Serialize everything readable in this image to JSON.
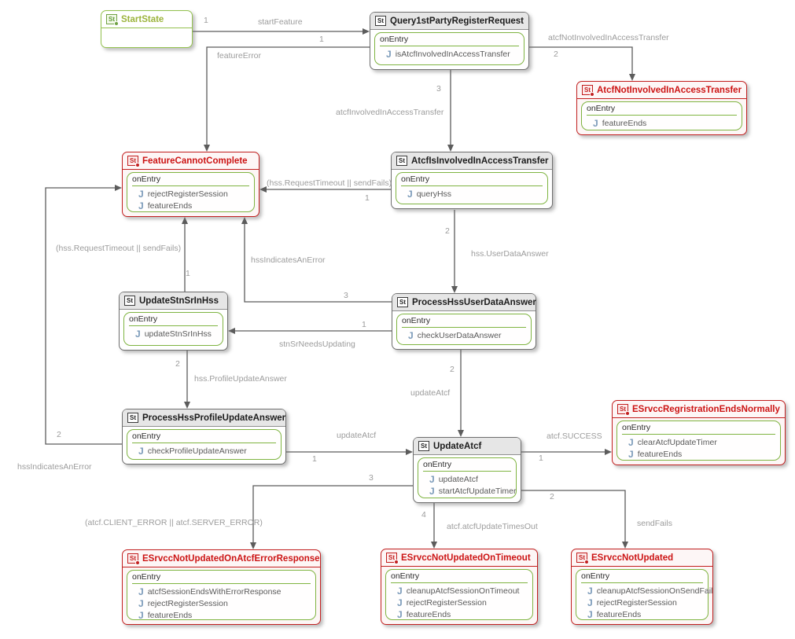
{
  "palette": {
    "normal_state_border": "#6e6e6e",
    "end_state_red": "#c21f1f",
    "start_state_green": "#93c14e",
    "compartment_green": "#7fb441",
    "action_icon_blue": "#7b9ab9",
    "connector_gray": "#5c5c5c",
    "label_gray": "#9c9c9c"
  },
  "glyphs": {
    "state": "St",
    "action": "J"
  },
  "states": [
    {
      "title": "StartState",
      "kind": "start",
      "section": "",
      "items": []
    },
    {
      "title": "Query1stPartyRegisterRequest",
      "kind": "normal",
      "section": "onEntry",
      "items": [
        "isAtcfInvolvedInAccessTransfer"
      ]
    },
    {
      "title": "AtcfNotInvolvedInAccessTransfer",
      "kind": "end",
      "section": "onEntry",
      "items": [
        "featureEnds"
      ]
    },
    {
      "title": "FeatureCannotComplete",
      "kind": "end",
      "section": "onEntry",
      "items": [
        "rejectRegisterSession",
        "featureEnds"
      ]
    },
    {
      "title": "AtcfIsInvolvedInAccessTransfer",
      "kind": "normal",
      "section": "onEntry",
      "items": [
        "queryHss"
      ]
    },
    {
      "title": "UpdateStnSrInHss",
      "kind": "normal",
      "section": "onEntry",
      "items": [
        "updateStnSrInHss"
      ]
    },
    {
      "title": "ProcessHssUserDataAnswer",
      "kind": "normal",
      "section": "onEntry",
      "items": [
        "checkUserDataAnswer"
      ]
    },
    {
      "title": "ProcessHssProfileUpdateAnswer",
      "kind": "normal",
      "section": "onEntry",
      "items": [
        "checkProfileUpdateAnswer"
      ]
    },
    {
      "title": "UpdateAtcf",
      "kind": "normal",
      "section": "onEntry",
      "items": [
        "updateAtcf",
        "startAtcfUpdateTimer"
      ]
    },
    {
      "title": "ESrvccRegristrationEndsNormally",
      "kind": "end",
      "section": "onEntry",
      "items": [
        "clearAtcfUpdateTimer",
        "featureEnds"
      ]
    },
    {
      "title": "ESrvccNotUpdatedOnAtcfErrorResponse",
      "kind": "end",
      "section": "onEntry",
      "items": [
        "atcfSessionEndsWithErrorResponse",
        "rejectRegisterSession",
        "featureEnds"
      ]
    },
    {
      "title": "ESrvccNotUpdatedOnTimeout",
      "kind": "end",
      "section": "onEntry",
      "items": [
        "cleanupAtcfSessionOnTimeout",
        "rejectRegisterSession",
        "featureEnds"
      ]
    },
    {
      "title": "ESrvccNotUpdated",
      "kind": "end",
      "section": "onEntry",
      "items": [
        "cleanupAtcfSessionOnSendFail",
        "rejectRegisterSession",
        "featureEnds"
      ]
    }
  ],
  "transitions": [
    {
      "label": "startFeature",
      "num": "1"
    },
    {
      "label": "featureError",
      "num": "1"
    },
    {
      "label": "atcfNotInvolvedInAccessTransfer",
      "num": "2"
    },
    {
      "label": "atcfInvolvedInAccessTransfer",
      "num": "3"
    },
    {
      "label": "(hss.RequestTimeout || sendFails)",
      "num": "1"
    },
    {
      "label": "hss.UserDataAnswer",
      "num": "2"
    },
    {
      "label": "hssIndicatesAnError",
      "num": "3"
    },
    {
      "label": "stnSrNeedsUpdating",
      "num": "1"
    },
    {
      "label": "(hss.RequestTimeout || sendFails)",
      "num": "1"
    },
    {
      "label": "hss.ProfileUpdateAnswer",
      "num": "2"
    },
    {
      "label": "hssIndicatesAnError",
      "num": "2"
    },
    {
      "label": "updateAtcf",
      "num": "2"
    },
    {
      "label": "updateAtcf",
      "num": "1"
    },
    {
      "label": "atcf.SUCCESS",
      "num": "1"
    },
    {
      "label": "(atcf.CLIENT_ERROR || atcf.SERVER_ERROR)",
      "num": "3"
    },
    {
      "label": "atcf.atcfUpdateTimesOut",
      "num": "4"
    },
    {
      "label": "sendFails",
      "num": "2"
    }
  ]
}
